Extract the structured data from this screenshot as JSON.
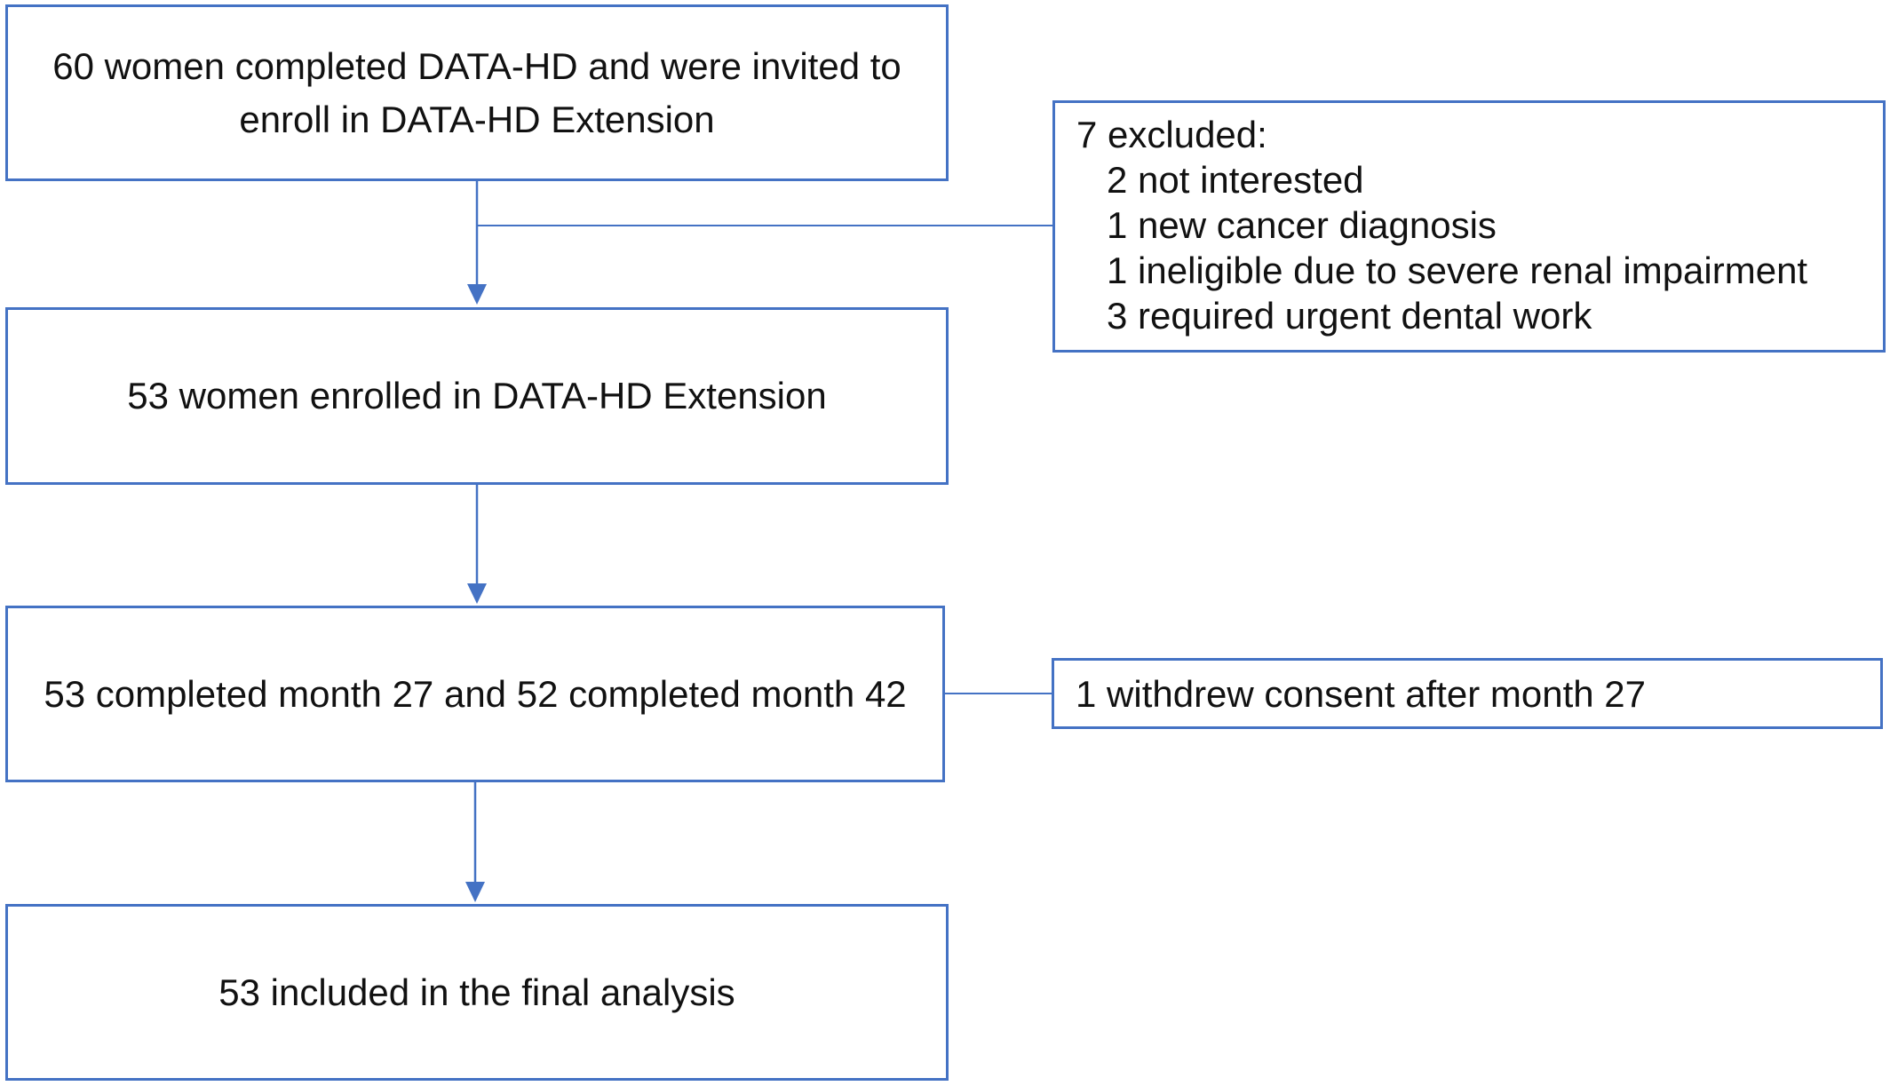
{
  "flow": {
    "step1": "60 women completed DATA-HD and were invited to enroll in DATA-HD Extension",
    "step2": "53 women enrolled in DATA-HD Extension",
    "step3": "53 completed month 27 and 52 completed month 42",
    "step4": "53 included in the final analysis"
  },
  "exclusions": {
    "heading": "7 excluded:",
    "items": [
      "2 not interested",
      "1 new cancer diagnosis",
      "1 ineligible due to severe renal impairment",
      "3 required urgent dental work"
    ]
  },
  "withdrawal": {
    "text": "1 withdrew consent after month 27"
  },
  "colors": {
    "box_border": "#4472C4",
    "connector": "#4472C4",
    "text": "#111111",
    "background": "#ffffff"
  }
}
